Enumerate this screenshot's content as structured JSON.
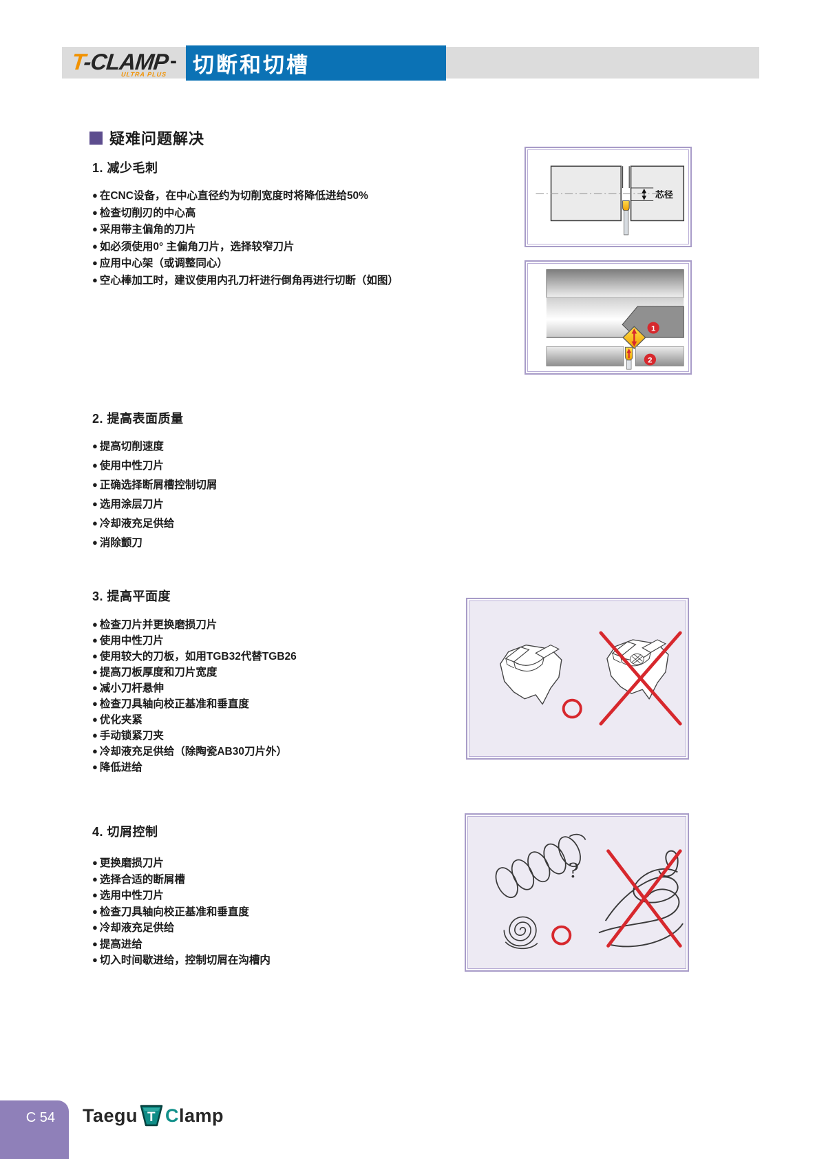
{
  "header": {
    "brand_top": {
      "t": "T",
      "rest": "-CLAMP",
      "sub": "ULTRA PLUS"
    },
    "dash": "-",
    "title": "切断和切槽"
  },
  "heading": {
    "text": "疑难问题解决"
  },
  "sections": [
    {
      "title": "1. 减少毛刺",
      "bullets": [
        "在CNC设备，在中心直径约为切削宽度时将降低进给50%",
        "检查切削刃的中心高",
        "采用带主偏角的刀片",
        "如必须使用0° 主偏角刀片，选择较窄刀片",
        "应用中心架（或调整同心）",
        "空心棒加工时，建议使用内孔刀杆进行倒角再进行切断（如图）"
      ]
    },
    {
      "title": "2. 提高表面质量",
      "bullets": [
        "提高切削速度",
        "使用中性刀片",
        "正确选择断屑槽控制切屑",
        "选用涂层刀片",
        "冷却液充足供给",
        "消除颤刀"
      ]
    },
    {
      "title": "3. 提高平面度",
      "bullets": [
        "检查刀片并更换磨损刀片",
        "使用中性刀片",
        "使用较大的刀板，如用TGB32代替TGB26",
        "提高刀板厚度和刀片宽度",
        "减小刀杆悬伸",
        "检查刀具轴向校正基准和垂直度",
        "优化夹紧",
        "手动锁紧刀夹",
        "冷却液充足供给（除陶瓷AB30刀片外）",
        "降低进给"
      ]
    },
    {
      "title": "4. 切屑控制",
      "bullets": [
        "更换磨损刀片",
        "选择合适的断屑槽",
        "选用中性刀片",
        "检查刀具轴向校正基准和垂直度",
        "冷却液充足供给",
        "提高进给",
        "切入时间歇进给，控制切屑在沟槽内"
      ]
    }
  ],
  "figures": {
    "fig1": {
      "dim_label": "芯径"
    },
    "fig2": {
      "marker_1": "1",
      "marker_2": "2"
    },
    "fig4": {
      "question_mark": "?"
    }
  },
  "footer": {
    "page_number": "C 54",
    "brand": {
      "taegu": "Taegu",
      "shield_letter": "T",
      "clamp": "Clamp"
    }
  },
  "colors": {
    "header_blue": "#0b72b5",
    "header_gray": "#dcdcdc",
    "heading_purple": "#5d4d8e",
    "frame_purple": "#a89cc8",
    "figure_lavender": "#edeaf3",
    "accent_red": "#d7282d",
    "insert_yellow": "#ffd200",
    "logo_orange": "#f29200",
    "brand_teal": "#11908a",
    "footer_tab_purple": "#8f80b9"
  }
}
